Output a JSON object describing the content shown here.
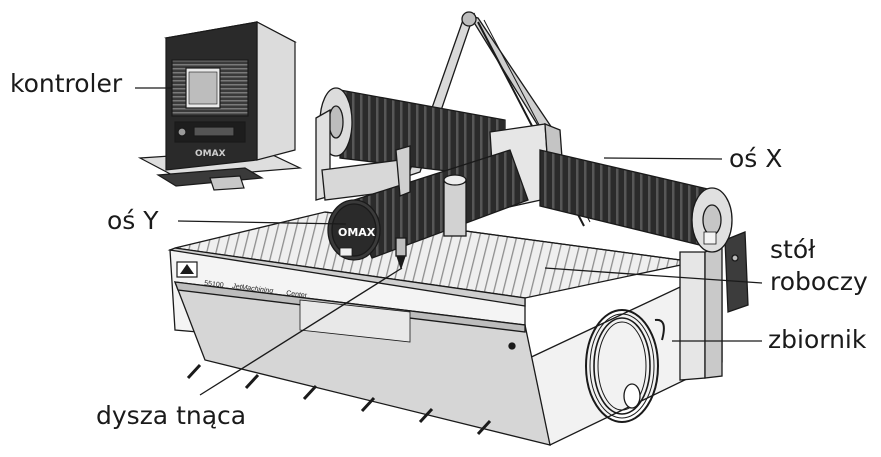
{
  "labels": {
    "controller": "kontroler",
    "axis_x": "oś X",
    "axis_y": "oś Y",
    "table_line1": "stół",
    "table_line2": "roboczy",
    "tank": "zbiornik",
    "nozzle": "dysza tnąca"
  },
  "machine": {
    "model_number": "55100",
    "name": "JetMachining",
    "name_suffix": "Center",
    "brand": "OMAX"
  },
  "colors": {
    "ink": "#1a1a1a",
    "cylinder": "#262626",
    "panel_light": "#e9e9e9",
    "panel_mid": "#cfcfcf",
    "panel_dark": "#a9a9a9"
  }
}
